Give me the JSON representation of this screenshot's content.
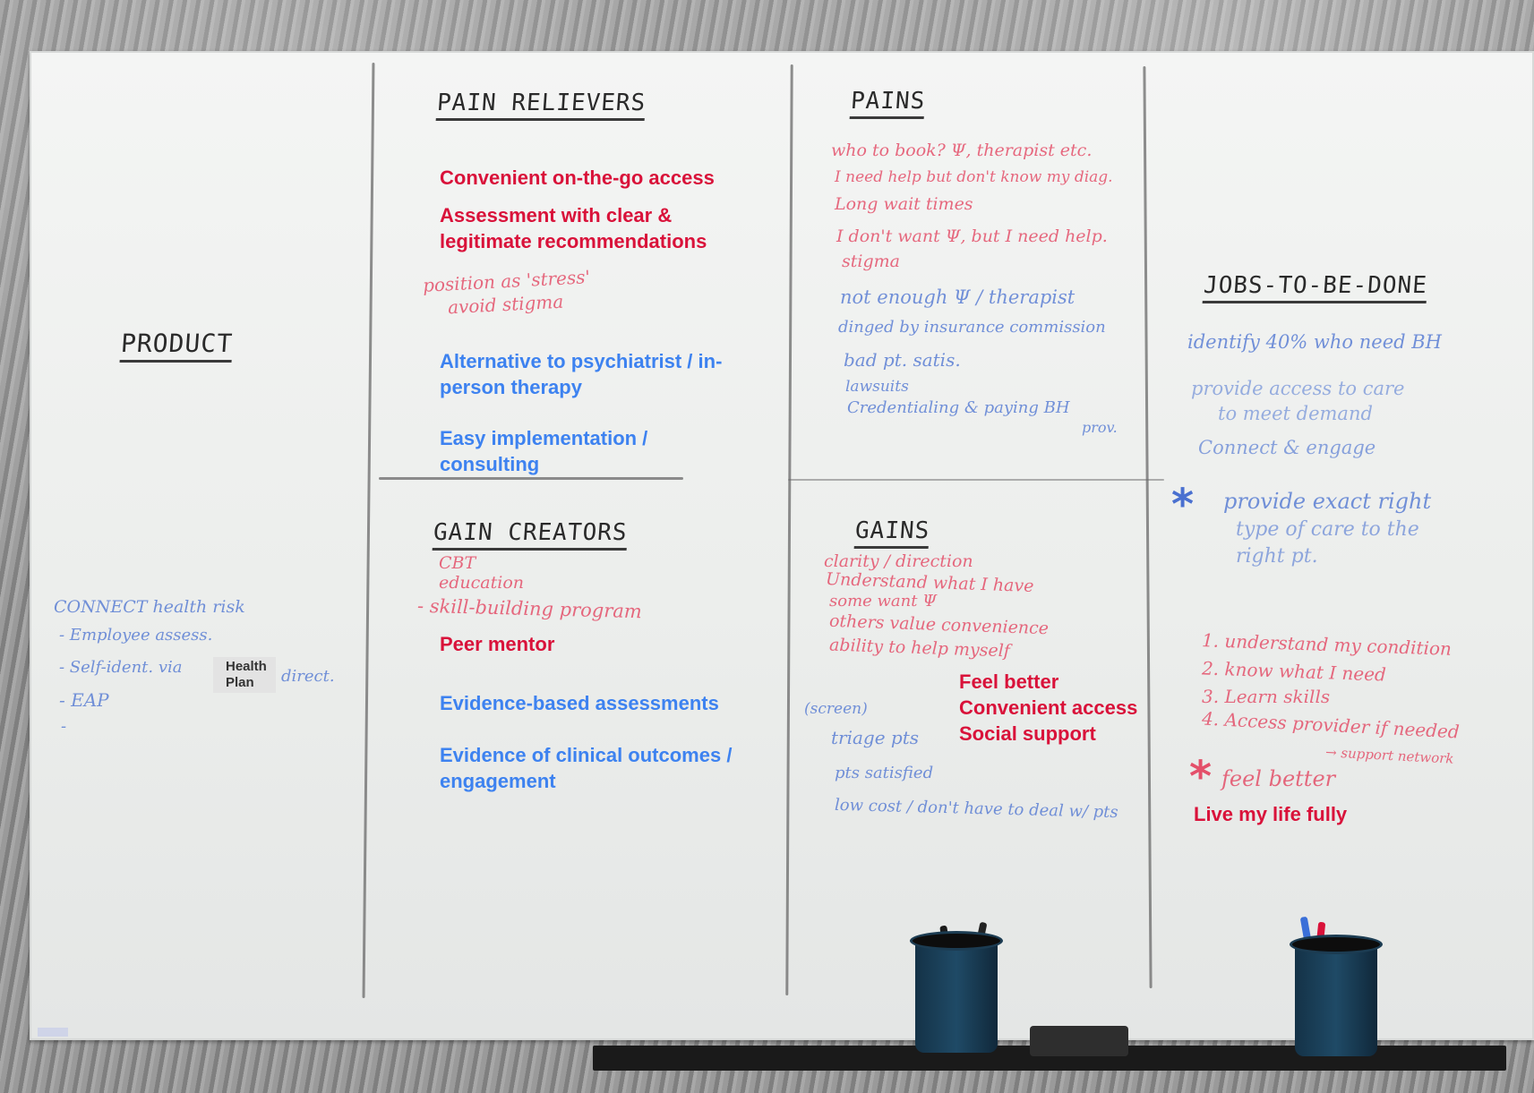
{
  "headings": {
    "product": "PRODUCT",
    "pain_relievers": "PAIN RELIEVERS",
    "pains": "PAINS",
    "gain_creators": "GAIN CREATORS",
    "gains": "GAINS",
    "jobs": "JOBS-TO-BE-DONE"
  },
  "pain_relievers": {
    "item1": "Convenient on-the-go access",
    "item2a": "Assessment with clear &",
    "item2b": "legitimate recommendations",
    "hand1": "position as 'stress'",
    "hand2": "avoid stigma",
    "item3a": "Alternative to psychiatrist / in-",
    "item3b": "person therapy",
    "item4a": "Easy implementation /",
    "item4b": "consulting"
  },
  "pains": {
    "r1": "who to book? Ψ, therapist etc.",
    "r2": "I need help but don't know my diag.",
    "r3": "Long wait times",
    "r4": "I don't want Ψ, but I need help.",
    "r5": "stigma",
    "b1": "not enough Ψ / therapist",
    "b2": "dinged by insurance commission",
    "b3": "bad pt. satis.",
    "b4": "lawsuits",
    "b5": "Credentialing & paying BH",
    "b6": "prov."
  },
  "product": {
    "l1": "CONNECT  health risk",
    "l2": "- Employee assess.",
    "l3": "- Self-ident. via",
    "l3b": "direct.",
    "l4": "- EAP",
    "l5": "-",
    "box_line1": "Health",
    "box_line2": "Plan"
  },
  "gain_creators": {
    "h1": "CBT",
    "h2": "education",
    "h3": "- skill-building program",
    "item1": "Peer mentor",
    "item2": "Evidence-based assessments",
    "item3a": "Evidence of clinical outcomes /",
    "item3b": "engagement"
  },
  "gains": {
    "r1": "clarity / direction",
    "r2": "Understand what I have",
    "r3": "some want Ψ",
    "r4": "others value convenience",
    "r5": "ability to help myself",
    "t1": "Feel better",
    "t2": "Convenient access",
    "t3": "Social support",
    "b1": "(screen)",
    "b2": "triage pts",
    "b3": "pts satisfied",
    "b4": "low cost / don't have to deal w/ pts"
  },
  "jobs": {
    "b1": "identify 40% who need BH",
    "b2": "provide access to care",
    "b3": "to meet demand",
    "b4": "Connect & engage",
    "b5": "provide exact right",
    "b6": "type of care to the",
    "b7": "right pt.",
    "r1": "1. understand my condition",
    "r2": "2. know what I need",
    "r3": "3. Learn skills",
    "r4": "4. Access provider if needed",
    "r4b": "→ support network",
    "r5": "feel better",
    "t1": "Live my life fully",
    "star": "*"
  },
  "colors": {
    "typed_red": "#d9123a",
    "typed_blue": "#3d82f0",
    "marker_red": "#e4506a",
    "marker_blue": "#5b7fd4"
  }
}
